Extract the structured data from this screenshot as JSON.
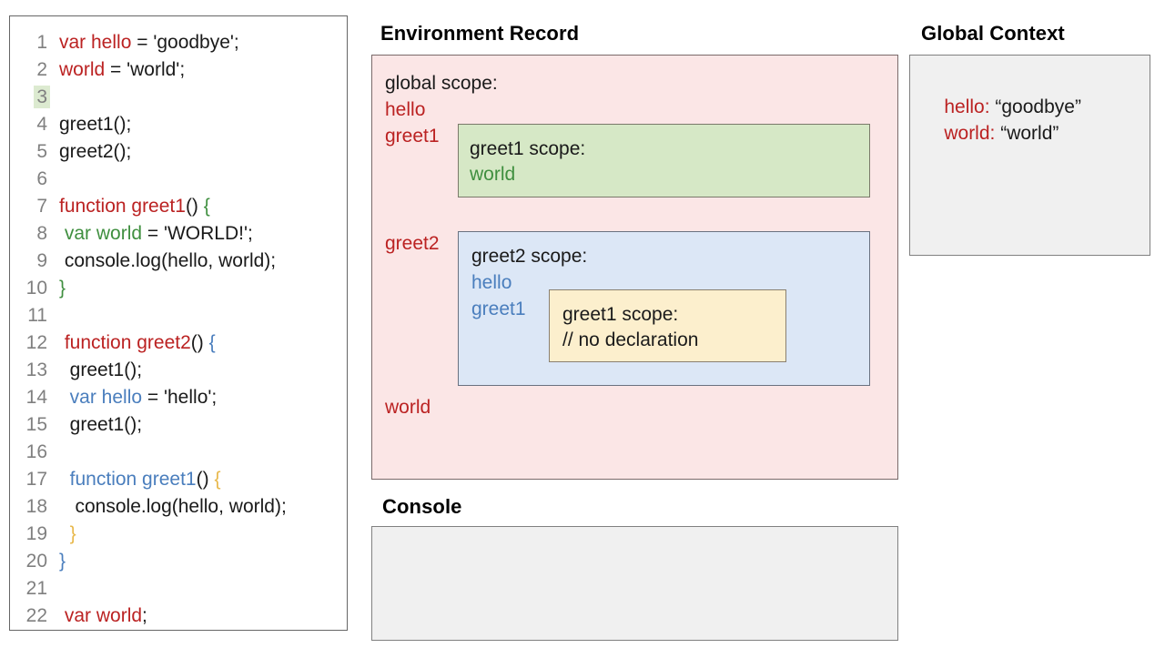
{
  "code_panel": {
    "lines": [
      {
        "num": "1",
        "highlight": false,
        "tokens": [
          {
            "t": "var hello",
            "c": "red"
          },
          {
            "t": " = 'goodbye';",
            "c": "black"
          }
        ]
      },
      {
        "num": "2",
        "highlight": false,
        "tokens": [
          {
            "t": "world",
            "c": "red"
          },
          {
            "t": " = 'world';",
            "c": "black"
          }
        ]
      },
      {
        "num": "3",
        "highlight": true,
        "tokens": [
          {
            "t": "",
            "c": "black"
          }
        ]
      },
      {
        "num": "4",
        "highlight": false,
        "tokens": [
          {
            "t": "greet1();",
            "c": "black"
          }
        ]
      },
      {
        "num": "5",
        "highlight": false,
        "tokens": [
          {
            "t": "greet2();",
            "c": "black"
          }
        ]
      },
      {
        "num": "6",
        "highlight": false,
        "tokens": [
          {
            "t": "",
            "c": "black"
          }
        ]
      },
      {
        "num": "7",
        "highlight": false,
        "tokens": [
          {
            "t": "function greet1",
            "c": "red"
          },
          {
            "t": "() ",
            "c": "black"
          },
          {
            "t": "{",
            "c": "green"
          }
        ]
      },
      {
        "num": "8",
        "highlight": false,
        "tokens": [
          {
            "t": " ",
            "c": "black"
          },
          {
            "t": "var world",
            "c": "green"
          },
          {
            "t": " = 'WORLD!';",
            "c": "black"
          }
        ]
      },
      {
        "num": "9",
        "highlight": false,
        "tokens": [
          {
            "t": " console.log(hello, world);",
            "c": "black"
          }
        ]
      },
      {
        "num": "10",
        "highlight": false,
        "tokens": [
          {
            "t": "}",
            "c": "green"
          }
        ]
      },
      {
        "num": "11",
        "highlight": false,
        "tokens": [
          {
            "t": "",
            "c": "black"
          }
        ]
      },
      {
        "num": "12",
        "highlight": false,
        "tokens": [
          {
            "t": " ",
            "c": "black"
          },
          {
            "t": "function greet2",
            "c": "red"
          },
          {
            "t": "() ",
            "c": "black"
          },
          {
            "t": "{",
            "c": "blue"
          }
        ]
      },
      {
        "num": "13",
        "highlight": false,
        "tokens": [
          {
            "t": "  greet1();",
            "c": "black"
          }
        ]
      },
      {
        "num": "14",
        "highlight": false,
        "tokens": [
          {
            "t": "  ",
            "c": "black"
          },
          {
            "t": "var hello",
            "c": "blue"
          },
          {
            "t": " = 'hello';",
            "c": "black"
          }
        ]
      },
      {
        "num": "15",
        "highlight": false,
        "tokens": [
          {
            "t": "  greet1();",
            "c": "black"
          }
        ]
      },
      {
        "num": "16",
        "highlight": false,
        "tokens": [
          {
            "t": "",
            "c": "black"
          }
        ]
      },
      {
        "num": "17",
        "highlight": false,
        "tokens": [
          {
            "t": "  ",
            "c": "black"
          },
          {
            "t": "function greet1",
            "c": "blue"
          },
          {
            "t": "() ",
            "c": "black"
          },
          {
            "t": "{",
            "c": "amber"
          }
        ]
      },
      {
        "num": "18",
        "highlight": false,
        "tokens": [
          {
            "t": "   console.log(hello, world);",
            "c": "black"
          }
        ]
      },
      {
        "num": "19",
        "highlight": false,
        "tokens": [
          {
            "t": "  ",
            "c": "black"
          },
          {
            "t": "}",
            "c": "amber"
          }
        ]
      },
      {
        "num": "20",
        "highlight": false,
        "tokens": [
          {
            "t": "}",
            "c": "blue"
          }
        ]
      },
      {
        "num": "21",
        "highlight": false,
        "tokens": [
          {
            "t": "",
            "c": "black"
          }
        ]
      },
      {
        "num": "22",
        "highlight": false,
        "tokens": [
          {
            "t": " ",
            "c": "black"
          },
          {
            "t": "var world",
            "c": "red"
          },
          {
            "t": ";",
            "c": "black"
          }
        ]
      }
    ]
  },
  "environment_record": {
    "title": "Environment Record",
    "global_scope_label": "global scope:",
    "global_vars": {
      "hello": "hello",
      "greet1": "greet1",
      "greet2": "greet2",
      "world": "world"
    },
    "greet1_scope": {
      "heading": "greet1 scope:",
      "vars": "world"
    },
    "greet2_scope": {
      "heading": "greet2 scope:",
      "var_hello": "hello",
      "var_greet1": "greet1",
      "inner_greet1_scope": {
        "heading": "greet1 scope:",
        "note": "// no declaration"
      }
    }
  },
  "global_context": {
    "title": "Global Context",
    "entries": [
      {
        "key": "hello:",
        "value": " “goodbye”"
      },
      {
        "key": "world:",
        "value": " “world”"
      }
    ]
  },
  "console": {
    "title": "Console",
    "output": ""
  },
  "colors": {
    "red": "#bb2222",
    "green": "#3f8f3f",
    "blue": "#4a7ebd",
    "amber": "#e8b84b",
    "pink_fill": "#fbe6e6",
    "green_fill": "#d6e8c6",
    "blue_fill": "#dce7f6",
    "yellow_fill": "#fcefcd",
    "gray_fill": "#f0f0f0",
    "line_highlight": "#dcead0"
  }
}
